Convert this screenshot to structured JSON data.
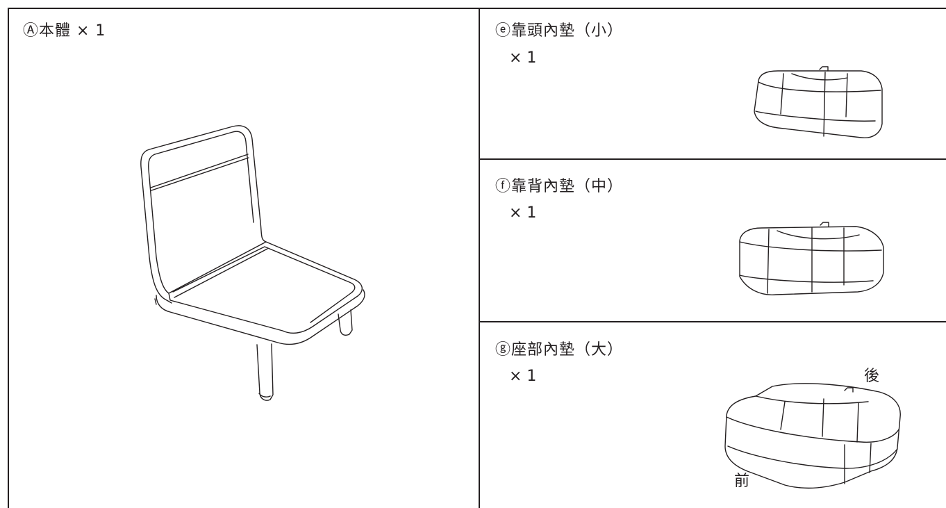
{
  "parts": [
    {
      "label": "Ⓐ本體 × 1",
      "item": "chair-body"
    },
    {
      "label": "ⓔ靠頭內墊（小）",
      "qty": "× 1",
      "item": "cushion-small"
    },
    {
      "label": "ⓕ靠背內墊（中）",
      "qty": "× 1",
      "item": "cushion-medium"
    },
    {
      "label": "ⓖ座部內墊（大）",
      "qty": "× 1",
      "item": "cushion-large",
      "back_label": "後",
      "front_label": "前"
    }
  ]
}
